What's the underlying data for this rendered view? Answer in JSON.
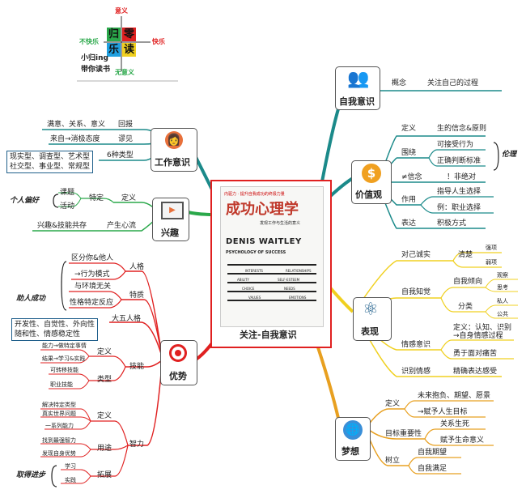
{
  "legend": {
    "top": "意义",
    "bottom": "无意义",
    "left": "不快乐",
    "right": "快乐",
    "q_gui": "归",
    "q_ling": "零",
    "q_le": "乐",
    "q_du": "读",
    "line1": "小归ing",
    "line2": "带你读书"
  },
  "center": {
    "caption": "关注-自我意识",
    "book_title": "成功心理学",
    "book_sub": "发现工作与生活的意义",
    "book_author": "DENIS WAITLEY",
    "book_en": "PSYCHOLOGY OF SUCCESS",
    "book_tag": "内驱力 · 提升自我成功的终极力量",
    "cover_words": [
      "INTERESTS",
      "RELATIONSHIPS",
      "ABILITY",
      "SELF-ESTEEM",
      "CHOICE",
      "NEEDS",
      "VALUES",
      "EMOTIONS"
    ]
  },
  "ziwo": {
    "label": "自我意识",
    "k1": "概念",
    "v1": "关注自己的过程"
  },
  "jiazhi": {
    "label": "价值观",
    "dingyi": "定义",
    "dingyi_v": "生的信念&原则",
    "weirao": "围绕",
    "w1": "可接受行为",
    "w2": "正确判断标准",
    "lunli": "伦理",
    "xinnian": "≠信念",
    "feijue": "！非绝对",
    "zuoyong": "作用",
    "z1": "指导人生选择",
    "z2": "例：职业选择",
    "biaoda": "表达",
    "biaoda_v": "积极方式"
  },
  "biaoxian": {
    "label": "表现",
    "duiji": "对己诚实",
    "qingchu": "清楚",
    "qiangxiang": "强项",
    "ruoxiang": "弱项",
    "ziwozhijue": "自我知觉",
    "qingxiang": "自我倾向",
    "guancha": "观察",
    "sikao": "思考",
    "fenlei": "分类",
    "sir": "私人",
    "gonggong": "公共",
    "qingganyishi": "情感意识",
    "qg_def": "定义：认知、识别",
    "qg_def2": "→自身情感过程",
    "qg_yong": "勇于面对痛苦",
    "shibie": "识别情感",
    "shibie_v": "精确表达感受"
  },
  "mengxiang": {
    "label": "梦想",
    "dingyi": "定义",
    "d1": "未来抱负、期望、愿景",
    "d2": "→赋予人生目标",
    "mubiao": "目标重要性",
    "m1": "关系生死",
    "m2": "赋予生命意义",
    "shuli": "树立",
    "s1": "自我期望",
    "s2": "自我满足"
  },
  "gongzuo": {
    "label": "工作意识",
    "huibao": "回报",
    "huibao_v": "满意、关系、意义",
    "luojian": "谬见",
    "luojian_v": "来自→消极态度",
    "leixing": "6种类型",
    "leixing_v1": "现实型、调查型、艺术型",
    "leixing_v2": "社交型、事业型、常规型"
  },
  "xingqu": {
    "label": "兴趣",
    "geren": "个人偏好",
    "dingyi": "定义",
    "teding": "特定",
    "keti": "课题",
    "huodong": "活动",
    "gongcun": "兴趣&技能共存",
    "xinliu": "产生心流"
  },
  "youshi": {
    "label": "优势",
    "renge": "人格",
    "r1": "区分你&他人",
    "r2": "→行为模式",
    "tezhi": "特质",
    "t1": "与环境无关",
    "t2": "性格特定反应",
    "zhuren": "助人成功",
    "dawu": "大五人格",
    "dw1": "开发性、自觉性、外向性",
    "dw2": "随和性、情感稳定性",
    "jineng": "技能",
    "jn_dingyi": "定义",
    "jn_d1": "能力→做特定事情",
    "jn_d2": "结果→学习&实践",
    "jn_leixing": "类型",
    "jn_l1": "可转移技能",
    "jn_l2": "职业技能",
    "zhili": "智力",
    "zl_dingyi": "定义",
    "zl_d1": "解决特定类型",
    "zl_d2": "真实世界问题",
    "zl_d3": "一系列能力",
    "zl_yongtu": "用途",
    "zl_y1": "找到最强智力",
    "zl_y2": "发现自身优势",
    "zl_tuozhan": "拓展",
    "zl_t1": "学习",
    "zl_t2": "实践",
    "qude": "取得进步"
  },
  "colors": {
    "teal": "#1b8a8a",
    "red": "#e02020",
    "green": "#2aa84a",
    "orange": "#e8a020",
    "yellow": "#f0d020",
    "blue": "#1f5f8b"
  }
}
